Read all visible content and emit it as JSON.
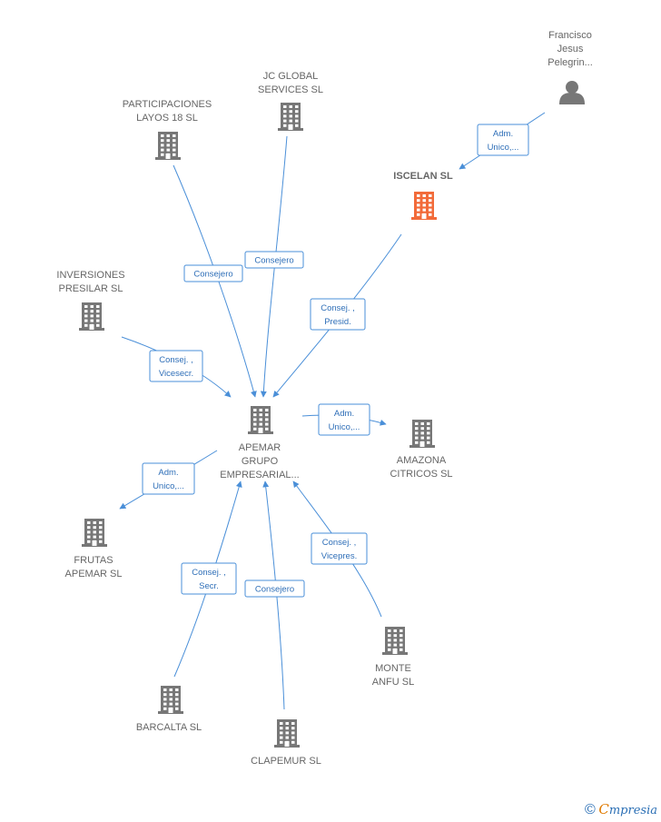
{
  "colors": {
    "company": "#777777",
    "focus_company": "#f26b3a",
    "person": "#777777",
    "edge": "#4a8fd8"
  },
  "nodes": [
    {
      "id": "francisco",
      "type": "person",
      "icon": "person-icon",
      "lines": [
        "Francisco",
        "Jesus",
        "Pelegrin..."
      ]
    },
    {
      "id": "jcglobal",
      "type": "company",
      "icon": "building-icon",
      "lines": [
        "JC GLOBAL",
        "SERVICES  SL"
      ]
    },
    {
      "id": "participaciones",
      "type": "company",
      "icon": "building-icon",
      "lines": [
        "PARTICIPACIONES",
        "LAYOS 18  SL"
      ]
    },
    {
      "id": "iscelan",
      "type": "company",
      "focus": true,
      "icon": "building-icon",
      "lines": [
        "ISCELAN  SL"
      ]
    },
    {
      "id": "inversiones",
      "type": "company",
      "icon": "building-icon",
      "lines": [
        "INVERSIONES",
        "PRESILAR  SL"
      ]
    },
    {
      "id": "apemar",
      "type": "company",
      "icon": "building-icon",
      "lines": [
        "APEMAR",
        "GRUPO",
        "EMPRESARIAL..."
      ]
    },
    {
      "id": "amazona",
      "type": "company",
      "icon": "building-icon",
      "lines": [
        "AMAZONA",
        "CITRICOS  SL"
      ]
    },
    {
      "id": "frutas",
      "type": "company",
      "icon": "building-icon",
      "lines": [
        "FRUTAS",
        "APEMAR SL"
      ]
    },
    {
      "id": "monte",
      "type": "company",
      "icon": "building-icon",
      "lines": [
        "MONTE",
        "ANFU  SL"
      ]
    },
    {
      "id": "barcalta",
      "type": "company",
      "icon": "building-icon",
      "lines": [
        "BARCALTA  SL"
      ]
    },
    {
      "id": "clapemur",
      "type": "company",
      "icon": "building-icon",
      "lines": [
        "CLAPEMUR  SL"
      ]
    }
  ],
  "edges": [
    {
      "id": "francisco-iscelan",
      "lines": [
        "Adm.",
        "Unico,..."
      ]
    },
    {
      "id": "participaciones-apemar",
      "lines": [
        "Consejero"
      ]
    },
    {
      "id": "jcglobal-apemar",
      "lines": [
        "Consejero"
      ]
    },
    {
      "id": "iscelan-apemar",
      "lines": [
        "Consej. ,",
        "Presid."
      ]
    },
    {
      "id": "inversiones-apemar",
      "lines": [
        "Consej. ,",
        "Vicesecr."
      ]
    },
    {
      "id": "apemar-amazona",
      "lines": [
        "Adm.",
        "Unico,..."
      ]
    },
    {
      "id": "apemar-frutas",
      "lines": [
        "Adm.",
        "Unico,..."
      ]
    },
    {
      "id": "barcalta-apemar",
      "lines": [
        "Consej. ,",
        "Secr."
      ]
    },
    {
      "id": "clapemur-apemar",
      "lines": [
        "Consejero"
      ]
    },
    {
      "id": "monte-apemar",
      "lines": [
        "Consej. ,",
        "Vicepres."
      ]
    }
  ],
  "footer": {
    "copyright": "©",
    "brand_first": "C",
    "brand_rest": "mpresia"
  }
}
